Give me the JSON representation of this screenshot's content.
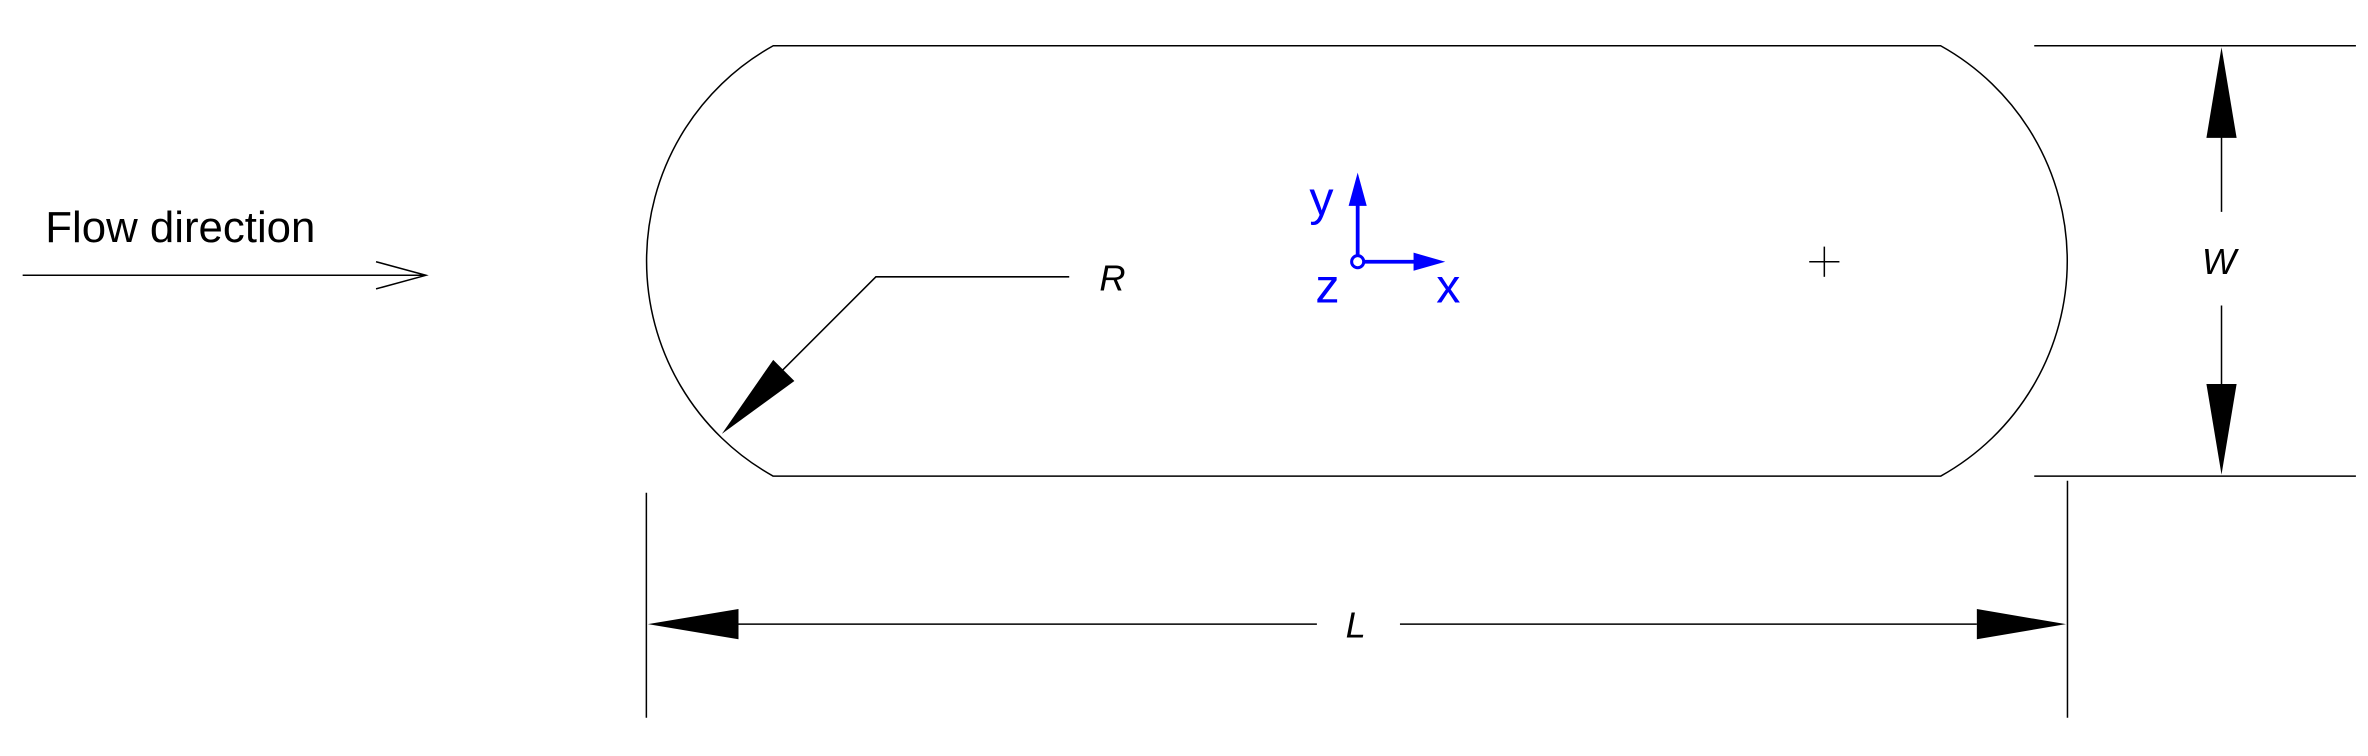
{
  "flow_label": "Flow direction",
  "dimensions": {
    "radius": "R",
    "width": "W",
    "length": "L"
  },
  "axes": {
    "x": "x",
    "y": "y",
    "z": "z"
  },
  "colors": {
    "outline": "#000000",
    "axes": "#0000ff"
  }
}
